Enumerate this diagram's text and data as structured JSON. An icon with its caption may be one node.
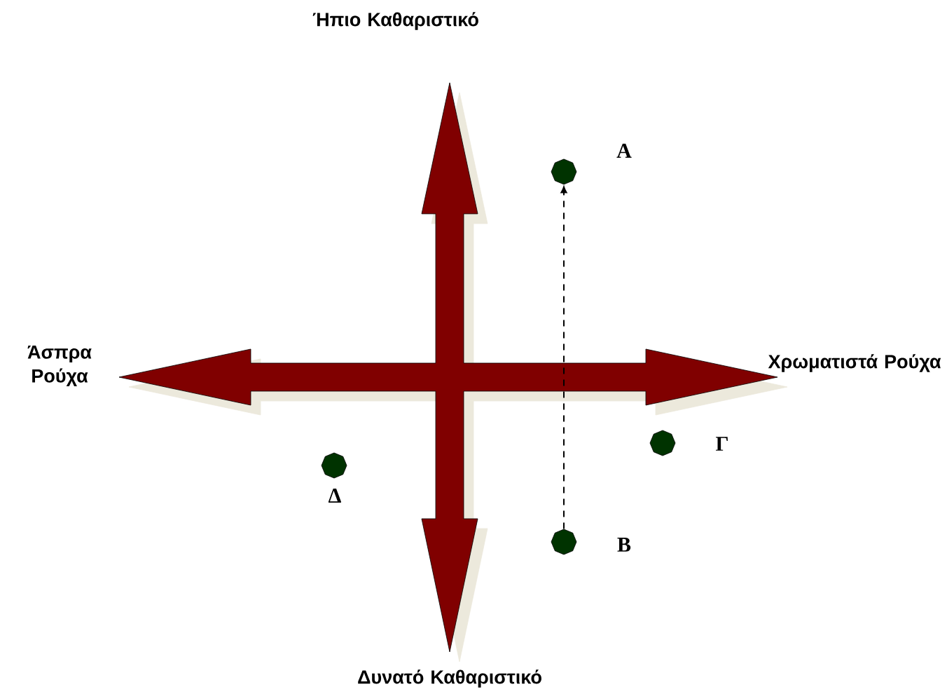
{
  "diagram": {
    "nodes": [
      {
        "text": [],
        "shape": "octagon",
        "beside": [
          "Α"
        ]
      },
      {
        "text": [],
        "shape": "octagon",
        "beside": [
          "Γ"
        ]
      },
      {
        "text": [],
        "shape": "octagon",
        "beside": [
          "Δ"
        ]
      },
      {
        "text": [],
        "shape": "octagon",
        "beside": [
          "Β"
        ]
      }
    ],
    "edges": [
      {
        "from": 3,
        "to": 0,
        "arrow": "to",
        "style": "dashed"
      }
    ],
    "labels": [
      "Ήπιο Καθαριστικό",
      "Άσπρα Ρούχα",
      "Χρωματιστά Ρούχα",
      "Δυνατό Καθαριστικό"
    ]
  }
}
